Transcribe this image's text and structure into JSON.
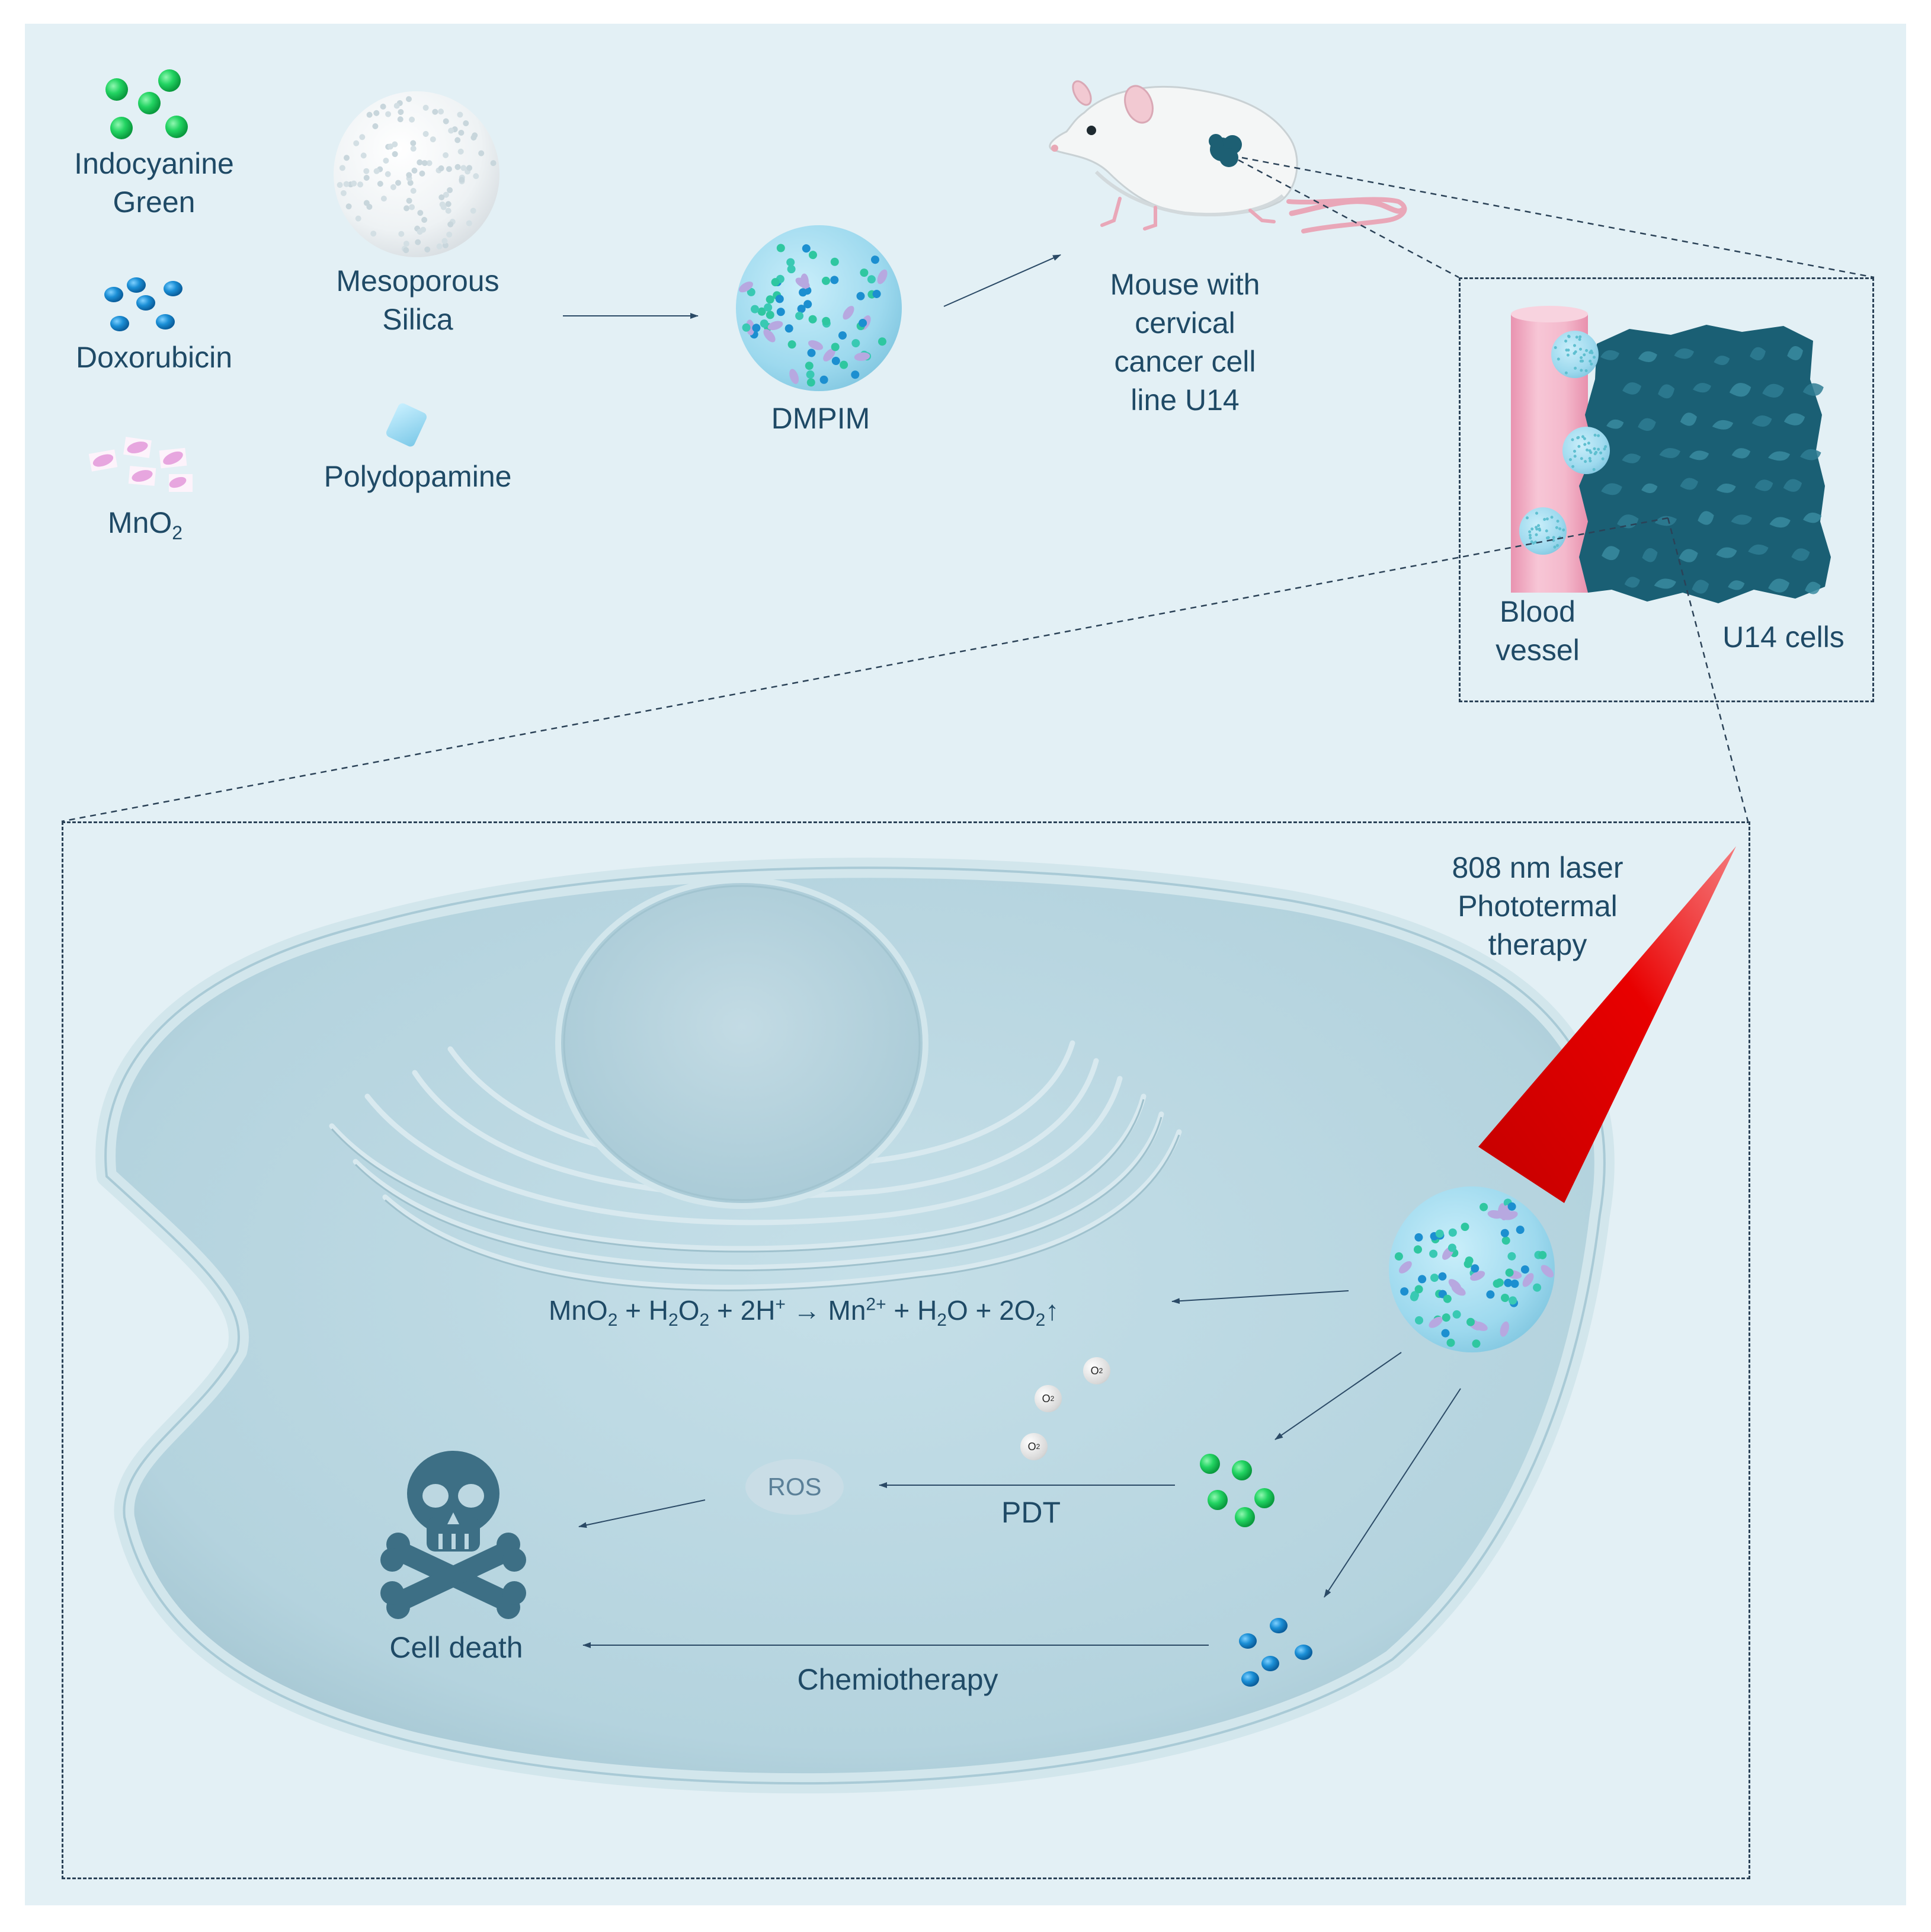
{
  "colors": {
    "background": "#e3f0f5",
    "text": "#1f4a66",
    "indocyanine_green": "#1fd15c",
    "doxorubicin": "#1b8fd6",
    "mno2": "#e7a6df",
    "silica": "#f1f5f7",
    "polydopamine": "#9fdcf2",
    "nanoparticle": "#9dd9ee",
    "tumor_cells": "#1a5f74",
    "blood_vessel": "#f3b5c9",
    "cell_body": "#bfdbe4",
    "laser": "#e00000"
  },
  "legend": {
    "icg": [
      "Indocyanine",
      "Green"
    ],
    "dox": "Doxorubicin",
    "mno2": {
      "base": "MnO",
      "sub": "2"
    },
    "silica": [
      "Mesoporous",
      "Silica"
    ],
    "pda": "Polydopamine"
  },
  "dmpim_label": "DMPIM",
  "mouse_label": [
    "Mouse with",
    "cervical",
    "cancer cell",
    "line U14"
  ],
  "inset": {
    "vessel_label": [
      "Blood",
      "vessel"
    ],
    "cells_label": "U14 cells"
  },
  "laser_label": [
    "808 nm laser",
    "Phototermal",
    "therapy"
  ],
  "equation": {
    "t1": "MnO",
    "s1": "2",
    "t2": " + H",
    "s2": "2",
    "t3": "O",
    "s3": "2",
    "t4": " + 2H",
    "p1": "+",
    "t5": " → Mn",
    "p2": "2+",
    "t6": " + H",
    "s4": "2",
    "t7": "O + 2O",
    "s5": "2",
    "t8": "↑"
  },
  "o2": {
    "base": "O",
    "sub": "2"
  },
  "ros": "ROS",
  "pdt": "PDT",
  "cell_death": "Cell death",
  "chemo": "Chemiotherapy",
  "icons": {
    "skull": "skull-and-crossbones-icon",
    "mouse": "mouse-illustration",
    "laser": "laser-beam-icon"
  }
}
